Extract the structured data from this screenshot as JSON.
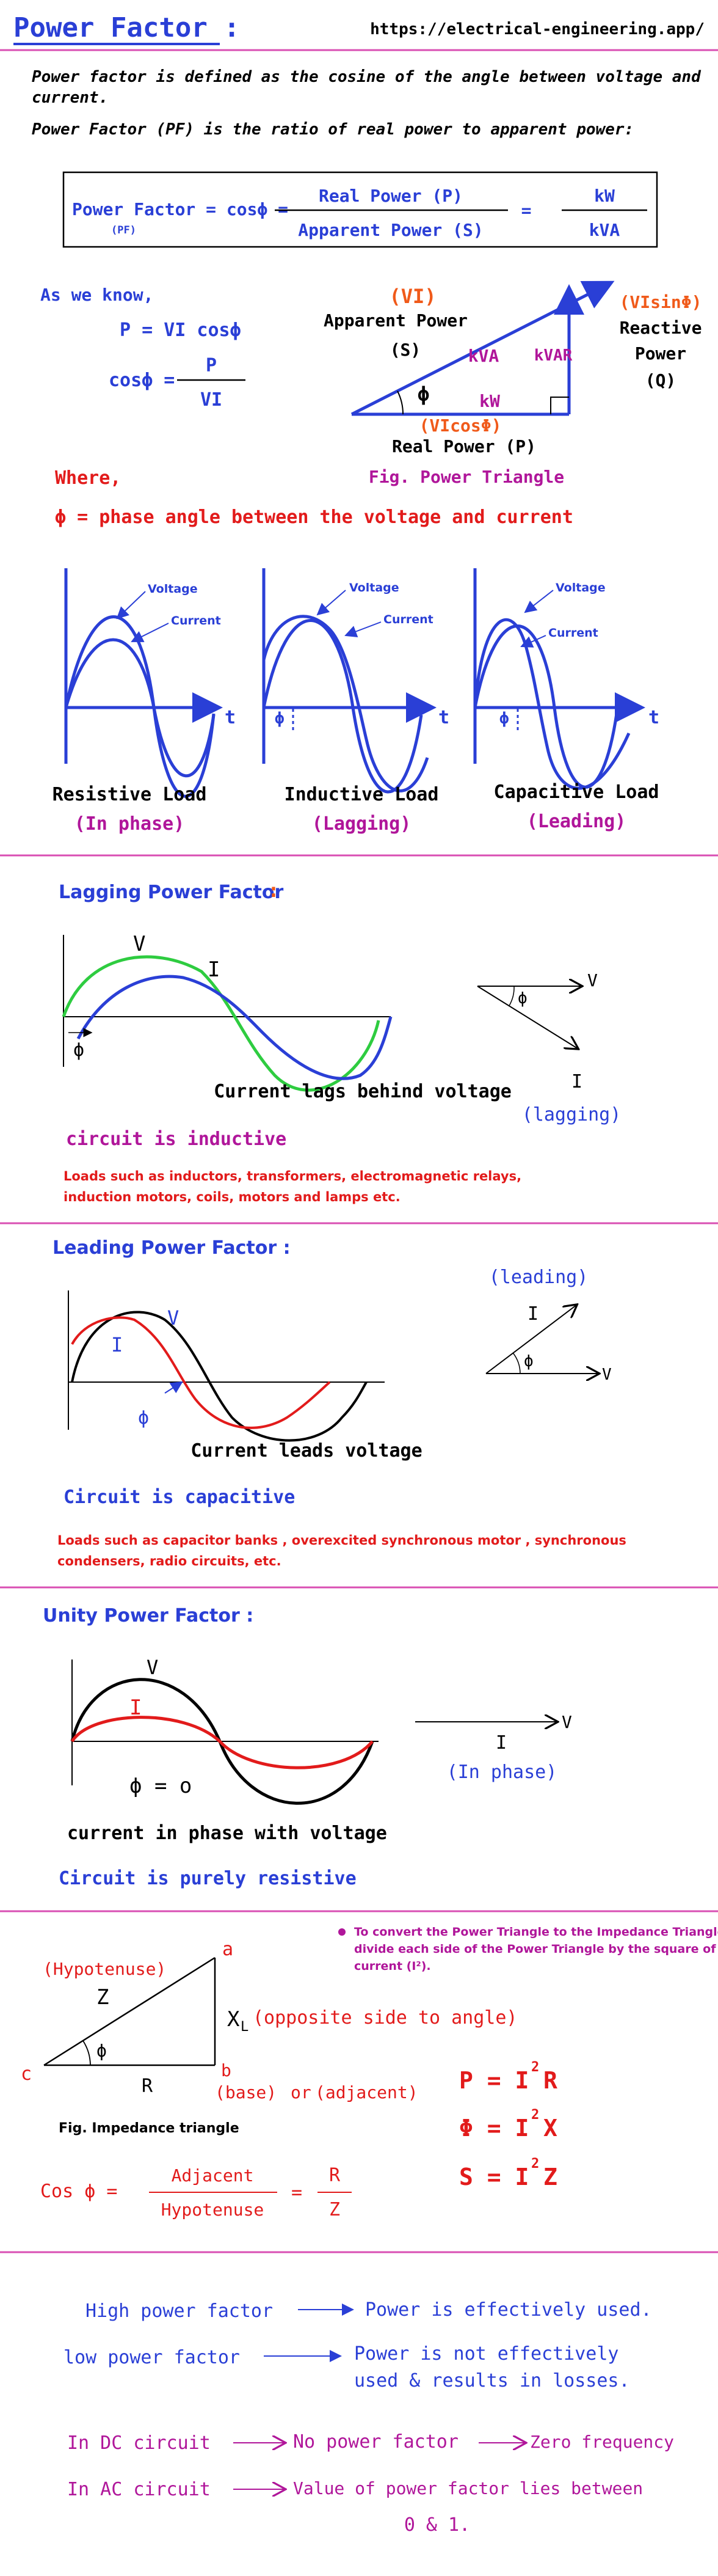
{
  "title": "Power Factor :",
  "url": "https://electrical-engineering.app/",
  "colors": {
    "blue": "#2a3fd6",
    "purple": "#b0169a",
    "red": "#e21b1b",
    "orange": "#f05a1a",
    "green": "#2ecc40",
    "divider": "#d94fb3",
    "black": "#000000"
  },
  "intro": {
    "line1": "Power factor is defined as the cosine of the angle between voltage and",
    "line2": "current.",
    "line3": "Power Factor (PF) is the ratio of real power to apparent power:"
  },
  "formula": {
    "lhs": "Power Factor = cosϕ =",
    "lhs_sub": "(PF)",
    "numerator": "Real Power (P)",
    "denominator": "Apparent Power (S)",
    "eq": "=",
    "kw": "kW",
    "kva": "kVA"
  },
  "know": {
    "as_we_know": "As we know,",
    "p_eq": "P = VI cosϕ",
    "cos_lhs": "cosϕ =",
    "cos_num": "P",
    "cos_den": "VI",
    "where": "Where,",
    "phi_def": "ϕ = phase angle between the voltage and current"
  },
  "triangle": {
    "vi": "(VI)",
    "apparent": "Apparent Power",
    "s": "(S)",
    "kva": "kVA",
    "kvar": "kVAR",
    "kw": "kW",
    "phi": "ϕ",
    "visin": "(VIsinΦ)",
    "reactive": "Reactive",
    "power": "Power",
    "q": "(Q)",
    "vicos": "(VIcosΦ)",
    "real": "Real Power (P)",
    "caption": "Fig. Power Triangle"
  },
  "waves": {
    "panels": [
      {
        "voltage": "Voltage",
        "current": "Current",
        "t": "t",
        "phi": "",
        "load": "Resistive Load",
        "state": "(In phase)"
      },
      {
        "voltage": "Voltage",
        "current": "Current",
        "t": "t",
        "phi": "ϕ",
        "load": "Inductive Load",
        "state": "(Lagging)"
      },
      {
        "voltage": "Voltage",
        "current": "Current",
        "t": "t",
        "phi": "ϕ",
        "load": "Capacitive Load",
        "state": "(Leading)"
      }
    ]
  },
  "lagging": {
    "heading": "Lagging Power Factor",
    "colon": ":",
    "v": "V",
    "i": "I",
    "phi": "ϕ",
    "caption": "Current lags behind voltage",
    "pv": "V",
    "pphi": "ϕ",
    "pi": "I",
    "pnote": "(lagging)",
    "nature": "circuit is inductive",
    "loads1": "Loads such as inductors, transformers, electromagnetic relays,",
    "loads2": "induction motors, coils, motors and lamps etc."
  },
  "leading": {
    "heading": "Leading Power Factor :",
    "v": "V",
    "i": "I",
    "phi": "ϕ",
    "caption": "Current leads voltage",
    "pnote": "(leading)",
    "pi": "I",
    "pphi": "ϕ",
    "pv": "V",
    "nature": "Circuit is capacitive",
    "loads1": "Loads such as capacitor banks , overexcited synchronous motor , synchronous",
    "loads2": "condensers, radio circuits, etc."
  },
  "unity": {
    "heading": "Unity Power Factor :",
    "v": "V",
    "i": "I",
    "phi0": "ϕ = o",
    "pi": "I",
    "pv": "V",
    "pnote": "(In phase)",
    "caption": "current in phase with voltage",
    "nature": "Circuit is purely resistive"
  },
  "impedance": {
    "note1": "To convert the Power Triangle to the Impedance Triangle is to",
    "note2": "divide each side of the Power Triangle by the square of the",
    "note3": "current (I²).",
    "hyp": "(Hypotenuse)",
    "a": "a",
    "z": "Z",
    "phi": "ϕ",
    "xl": "X",
    "xl_sub": "L",
    "opp": "(opposite side to angle)",
    "c": "c",
    "r": "R",
    "b": "b",
    "base": "(base)",
    "or": "or",
    "adj": "(adjacent)",
    "caption": "Fig. Impedance triangle",
    "p_eq": "P = I",
    "p_end": "R",
    "q_eq": "Φ = I",
    "q_end": "X",
    "s_eq": "S = I",
    "s_end": "Z",
    "sq": "2",
    "cos_lhs": "Cos ϕ =",
    "adjacent": "Adjacent",
    "hypotenuse": "Hypotenuse",
    "eq": "=",
    "rn": "R",
    "zd": "Z"
  },
  "summary": {
    "high": "High power factor",
    "high_r": "Power is effectively used.",
    "low": "low power factor",
    "low_r1": "Power is not effectively",
    "low_r2": "used & results in losses.",
    "dc": "In DC circuit",
    "dc_r1": "No power factor",
    "dc_r2": "Zero frequency",
    "ac": "In AC circuit",
    "ac_r1": "Value of power factor lies between",
    "ac_r2": "0 & 1."
  }
}
